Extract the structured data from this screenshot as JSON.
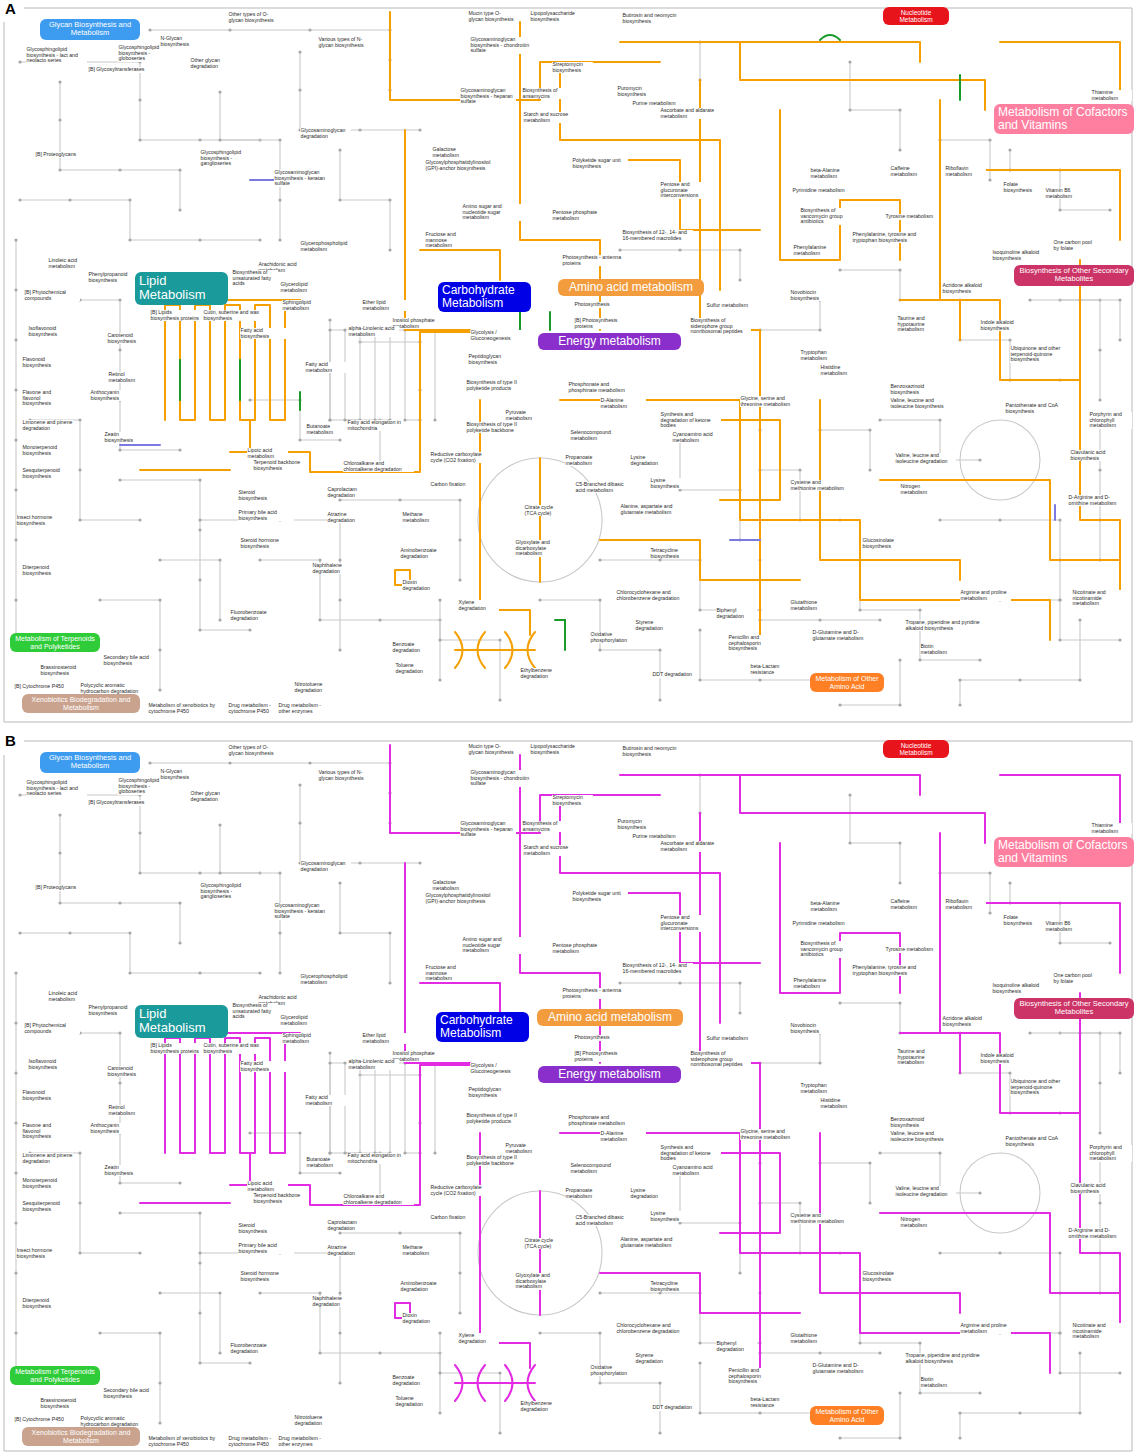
{
  "diagram": {
    "nodes": [
      {
        "text": [
          "Glycan Biosynthesis and Metabolism"
        ]
      },
      {
        "text": [
          "Nucleotide Metabolism"
        ]
      },
      {
        "text": [
          "Metabolism of Cofactors and Vitamins"
        ]
      },
      {
        "text": [
          "Biosynthesis of Other Secondary Metabolites"
        ]
      },
      {
        "text": [
          "Lipid Metabolism"
        ]
      },
      {
        "text": [
          "Carbohydrate Metabolism"
        ]
      },
      {
        "text": [
          "Amino acid metabolism"
        ]
      },
      {
        "text": [
          "Energy metabolism"
        ]
      },
      {
        "text": [
          "Metabolism of Terpenoids and Polyketides"
        ]
      },
      {
        "text": [
          "Xenobiotics Biodegradation and Metabolism"
        ]
      },
      {
        "text": [
          "Metabolism of Other Amino Acid"
        ]
      },
      {
        "text": [
          "Glycan Biosynthesis and Metabolism"
        ]
      },
      {
        "text": [
          "Nucleotide Metabolism"
        ]
      },
      {
        "text": [
          "Metabolism of Cofactors and Vitamins"
        ]
      },
      {
        "text": [
          "Biosynthesis of Other Secondary Metabolites"
        ]
      },
      {
        "text": [
          "Lipid Metabolism"
        ]
      },
      {
        "text": [
          "Carbohydrate Metabolism"
        ]
      },
      {
        "text": [
          "Amino acid metabolism"
        ]
      },
      {
        "text": [
          "Energy metabolism"
        ]
      },
      {
        "text": [
          "Metabolism of Terpenoids and Polyketides"
        ]
      },
      {
        "text": [
          "Xenobiotics Biodegradation and Metabolism"
        ]
      },
      {
        "text": [
          "Metabolism of Other Amino Acid"
        ]
      }
    ],
    "labels": [
      "A",
      "Glycosphingolipid biosynthesis - lact and neolacto series",
      "[B] Glycosyltransferases",
      "Glycosphingolipid biosynthesis - globoseries",
      "N-Glycan biosynthesis",
      "Other glycan degradation",
      "Other types of O-glycan biosynthesis",
      "Various types of N-glycan biosynthesis",
      "Mucin type O-glycan biosynthesis",
      "Lipopolysaccharide biosynthesis",
      "Butirosin and neomycin biosynthesis",
      "Glycosaminoglycan biosynthesis - chondroitin sulfate",
      "Streptomycin biosynthesis",
      "Puromycin biosynthesis",
      "Purine metabolism",
      "Thiamine metabolism",
      "[B] Proteoglycans",
      "Glycosphingolipid biosynthesis - ganglioseries",
      "Glycosaminoglycan degradation",
      "Glycosaminoglycan biosynthesis - heparan sulfate",
      "Biosynthesis of ansamycins",
      "Starch and sucrose metabolism",
      "Galactose metabolism",
      "Ascorbate and aldarate metabolism",
      "Glycosaminoglycan biosynthesis - keratan sulfate",
      "Glycosylphosphatidylinositol (GPI)-anchor biosynthesis",
      "Polyketide sugar unit biosynthesis",
      "Pentose and glucuronate interconversions",
      "Amino sugar and nucleotide sugar metabolism",
      "Pentose phosphate metabolism",
      "Biosynthesis of 12-, 14- and 16-membered macrolides",
      "Fructose and mannose metabolism",
      "Glycerophospholipid metabolism",
      "beta-Alanine metabolism",
      "Caffeine metabolism",
      "Riboflavin metabolism",
      "Pyrimidine metabolism",
      "Folate biosynthesis",
      "Vitamin B6 metabolism",
      "Biosynthesis of vancomycin group antibiotics",
      "Tyrosine metabolism",
      "Phenylalanine, tyrosine and tryptophan biosynthesis",
      "One carbon pool by folate",
      "Isoquinoline alkaloid biosynthesis",
      "Phenylalanine metabolism",
      "Linoleic acid metabolism",
      "Arachidonic acid metabolism",
      "Phenylpropanoid biosynthesis",
      "Biosynthesis of unsaturated fatty acids",
      "Glycerolipid metabolism",
      "Photosynthesis - antenna proteins",
      "[B] Phytochemical compounds",
      "[B] Lipids biosynthesis proteins",
      "Cutin, suberine and wax biosynthesis",
      "Sphingolipid metabolism",
      "Ether lipid metabolism",
      "Inositol phosphate metabolism",
      "Photosynthesis",
      "Sulfur metabolism",
      "Novobiocin biosynthesis",
      "Acridone alkaloid biosynthesis",
      "Isoflavonoid biosynthesis",
      "Carotenoid biosynthesis",
      "alpha-Linolenic acid metabolism",
      "Fatty acid biosynthesis",
      "Fatty acid metabolism",
      "[B] Photosynthesis proteins",
      "Biosynthesis of siderophore group nonribosomal peptides",
      "Taurine and hypotaurine metabolism",
      "Indole alkaloid biosynthesis",
      "Flavonoid biosynthesis",
      "Retinol metabolism",
      "Glycolysis / Gluconeogenesis",
      "Peptidoglycan biosynthesis",
      "Tryptophan metabolism",
      "Ubiquinone and other terpenoid-quinone biosynthesis",
      "Biosynthesis of type II polyketide products",
      "Phosphonate and phosphinate metabolism",
      "Histidine metabolism",
      "Benzoxazinoid biosynthesis",
      "Flavone and flavonol biosynthesis",
      "Anthocyanin biosynthesis",
      "D-Alanine metabolism",
      "Pyruvate metabolism",
      "Glycine, serine and threonine metabolism",
      "Valine, leucine and isoleucine biosynthesis",
      "Pantothenate and CoA biosynthesis",
      "Limonene and pinene degradation",
      "Zeatin biosynthesis",
      "Butanoate metabolism",
      "Fatty acid elongation in mitochondria",
      "Biosynthesis of type II polyketide backbone",
      "Synthesis and degradation of ketone bodies",
      "Selenocompound metabolism",
      "Cyanoamino acid metabolism",
      "Porphyrin and chlorophyll metabolism",
      "Monoterpenoid biosynthesis",
      "Lipoic acid metabolism",
      "Reductive carboxylate cycle (CO2 fixation)",
      "Propanoate metabolism",
      "Lysine degradation",
      "Valine, leucine and isoleucine degradation",
      "Clavulanic acid biosynthesis",
      "Sesquiterpenoid biosynthesis",
      "Terpenoid backbone biosynthesis",
      "Chloroalkane and chloroalkene degradation",
      "Carbon fixation",
      "C5-Branched dibasic acid metabolism",
      "Lysine biosynthesis",
      "Steroid biosynthesis",
      "Caprolactam degradation",
      "Citrate cycle (TCA cycle)",
      "Cysteine and methionine metabolism",
      "Nitrogen metabolism",
      "Insect hormone biosynthesis",
      "Primary bile acid biosynthesis",
      "Atrazine degradation",
      "Methane metabolism",
      "Alanine, aspartate and glutamate metabolism",
      "D-Arginine and D-ornithine metabolism",
      "Glyoxylate and dicarboxylate metabolism",
      "Tetracycline biosynthesis",
      "Glucosinolate biosynthesis",
      "Diterpenoid biosynthesis",
      "Steroid hormone biosynthesis",
      "Aminobenzoate degradation",
      "Naphthalene degradation",
      "Dioxin degradation",
      "Xylene degradation",
      "Chlorocyclohexane and chlorobenzene degradation",
      "Fluorobenzoate degradation",
      "Biphenyl degradation",
      "Glutathione metabolism",
      "Arginine and proline metabolism",
      "Nicotinate and nicotinamide metabolism",
      "Secondary bile acid biosynthesis",
      "Styrene degradation",
      "Oxidative phosphorylation",
      "Penicillin and cephalosporin biosynthesis",
      "D-Glutamine and D-glutamate metabolism",
      "Tropane, piperidine and pyridine alkaloid biosynthesis",
      "Biotin metabolism",
      "Brassinosteroid biosynthesis",
      "Benzoate degradation",
      "Toluene degradation",
      "Ethylbenzene degradation",
      "DDT degradation",
      "beta-Lactam resistance",
      "[B] Cytochrome P450",
      "Polycyclic aromatic hydrocarbon degradation",
      "Nitrotoluene degradation",
      "Metabolism of xenobiotics by cytochrome P450",
      "Drug metabolism - cytochrome P450",
      "Drug metabolism - other enzymes",
      "B",
      "Glycosphingolipid biosynthesis - lact and neolacto series",
      "[B] Glycosyltransferases",
      "Glycosphingolipid biosynthesis - globoseries",
      "N-Glycan biosynthesis",
      "Other glycan degradation",
      "Other types of O-glycan biosynthesis",
      "Various types of N-glycan biosynthesis",
      "Mucin type O-glycan biosynthesis",
      "Lipopolysaccharide biosynthesis",
      "Butirosin and neomycin biosynthesis",
      "Glycosaminoglycan biosynthesis - chondroitin sulfate",
      "Streptomycin biosynthesis",
      "Puromycin biosynthesis",
      "Purine metabolism",
      "Thiamine metabolism",
      "[B] Proteoglycans",
      "Glycosphingolipid biosynthesis - ganglioseries",
      "Glycosaminoglycan degradation",
      "Glycosaminoglycan biosynthesis - heparan sulfate",
      "Biosynthesis of ansamycins",
      "Starch and sucrose metabolism",
      "Galactose metabolism",
      "Ascorbate and aldarate metabolism",
      "Glycosaminoglycan biosynthesis - keratan sulfate",
      "Glycosylphosphatidylinositol (GPI)-anchor biosynthesis",
      "Polyketide sugar unit biosynthesis",
      "Pentose and glucuronate interconversions",
      "Amino sugar and nucleotide sugar metabolism",
      "Pentose phosphate metabolism",
      "Biosynthesis of 12-, 14- and 16-membered macrolides",
      "Fructose and mannose metabolism",
      "Glycerophospholipid metabolism",
      "beta-Alanine metabolism",
      "Caffeine metabolism",
      "Riboflavin metabolism",
      "Pyrimidine metabolism",
      "Folate biosynthesis",
      "Vitamin B6 metabolism",
      "Biosynthesis of vancomycin group antibiotics",
      "Tyrosine metabolism",
      "Phenylalanine, tyrosine and tryptophan biosynthesis",
      "One carbon pool by folate",
      "Isoquinoline alkaloid biosynthesis",
      "Phenylalanine metabolism",
      "Linoleic acid metabolism",
      "Arachidonic acid metabolism",
      "Phenylpropanoid biosynthesis",
      "Biosynthesis of unsaturated fatty acids",
      "Glycerolipid metabolism",
      "Photosynthesis - antenna proteins",
      "[B] Phytochemical compounds",
      "[B] Lipids biosynthesis proteins",
      "Cutin, suberine and wax biosynthesis",
      "Sphingolipid metabolism",
      "Ether lipid metabolism",
      "Inositol phosphate metabolism",
      "Photosynthesis",
      "Sulfur metabolism",
      "Novobiocin biosynthesis",
      "Acridone alkaloid biosynthesis",
      "Isoflavonoid biosynthesis",
      "Carotenoid biosynthesis",
      "alpha-Linolenic acid metabolism",
      "Fatty acid biosynthesis",
      "Fatty acid metabolism",
      "[B] Photosynthesis proteins",
      "Biosynthesis of siderophore group nonribosomal peptides",
      "Taurine and hypotaurine metabolism",
      "Indole alkaloid biosynthesis",
      "Flavonoid biosynthesis",
      "Retinol metabolism",
      "Glycolysis / Gluconeogenesis",
      "Peptidoglycan biosynthesis",
      "Tryptophan metabolism",
      "Ubiquinone and other terpenoid-quinone biosynthesis",
      "Biosynthesis of type II polyketide products",
      "Phosphonate and phosphinate metabolism",
      "Histidine metabolism",
      "Benzoxazinoid biosynthesis",
      "Flavone and flavonol biosynthesis",
      "Anthocyanin biosynthesis",
      "D-Alanine metabolism",
      "Pyruvate metabolism",
      "Glycine, serine and threonine metabolism",
      "Valine, leucine and isoleucine biosynthesis",
      "Pantothenate and CoA biosynthesis",
      "Limonene and pinene degradation",
      "Zeatin biosynthesis",
      "Butanoate metabolism",
      "Fatty acid elongation in mitochondria",
      "Biosynthesis of type II polyketide backbone",
      "Synthesis and degradation of ketone bodies",
      "Selenocompound metabolism",
      "Cyanoamino acid metabolism",
      "Porphyrin and chlorophyll metabolism",
      "Monoterpenoid biosynthesis",
      "Lipoic acid metabolism",
      "Reductive carboxylate cycle (CO2 fixation)",
      "Propanoate metabolism",
      "Lysine degradation",
      "Valine, leucine and isoleucine degradation",
      "Clavulanic acid biosynthesis",
      "Sesquiterpenoid biosynthesis",
      "Terpenoid backbone biosynthesis",
      "Chloroalkane and chloroalkene degradation",
      "Carbon fixation",
      "C5-Branched dibasic acid metabolism",
      "Lysine biosynthesis",
      "Steroid biosynthesis",
      "Caprolactam degradation",
      "Citrate cycle (TCA cycle)",
      "Cysteine and methionine metabolism",
      "Nitrogen metabolism",
      "Insect hormone biosynthesis",
      "Primary bile acid biosynthesis",
      "Atrazine degradation",
      "Methane metabolism",
      "Alanine, aspartate and glutamate metabolism",
      "D-Arginine and D-ornithine metabolism",
      "Glyoxylate and dicarboxylate metabolism",
      "Tetracycline biosynthesis",
      "Glucosinolate biosynthesis",
      "Diterpenoid biosynthesis",
      "Steroid hormone biosynthesis",
      "Aminobenzoate degradation",
      "Naphthalene degradation",
      "Dioxin degradation",
      "Xylene degradation",
      "Chlorocyclohexane and chlorobenzene degradation",
      "Fluorobenzoate degradation",
      "Biphenyl degradation",
      "Glutathione metabolism",
      "Arginine and proline metabolism",
      "Nicotinate and nicotinamide metabolism",
      "Secondary bile acid biosynthesis",
      "Styrene degradation",
      "Oxidative phosphorylation",
      "Penicillin and cephalosporin biosynthesis",
      "D-Glutamine and D-glutamate metabolism",
      "Tropane, piperidine and pyridine alkaloid biosynthesis",
      "Biotin metabolism",
      "Brassinosteroid biosynthesis",
      "Benzoate degradation",
      "Toluene degradation",
      "Ethylbenzene degradation",
      "DDT degradation",
      "beta-Lactam resistance",
      "[B] Cytochrome P450",
      "Polycyclic aromatic hydrocarbon degradation",
      "Nitrotoluene degradation",
      "Metabolism of xenobiotics by cytochrome P450",
      "Drug metabolism - cytochrome P450",
      "Drug metabolism - other enzymes"
    ]
  }
}
